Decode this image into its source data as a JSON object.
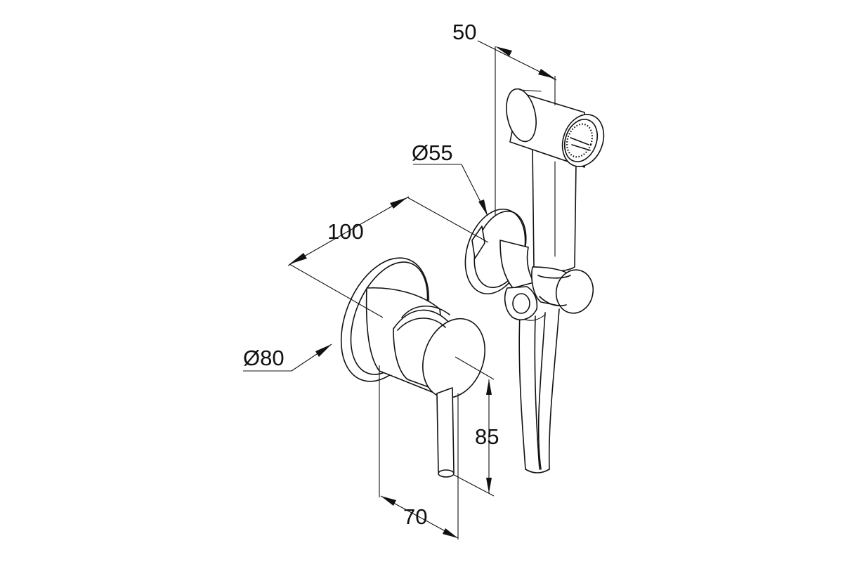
{
  "dimensions": {
    "handset_width": "50",
    "outlet_diameter": "Ø55",
    "depth": "100",
    "rosette_diameter": "Ø80",
    "lever_height": "85",
    "mixer_width": "70"
  },
  "colors": {
    "line": "#111111",
    "background": "#ffffff"
  }
}
